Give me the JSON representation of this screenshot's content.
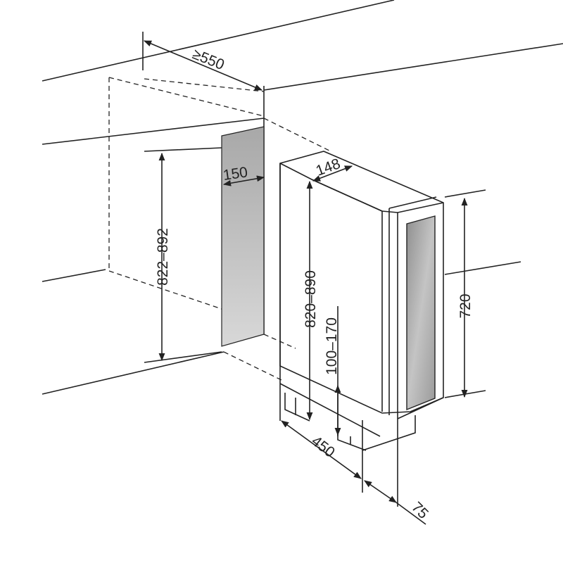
{
  "diagram": {
    "title": "Built-in installation dimensions",
    "dimensions": {
      "niche_depth": "≥550",
      "niche_width": "150",
      "niche_height": "822–892",
      "appliance_width": "148",
      "appliance_height": "820–890",
      "plinth_height": "100–170",
      "door_height": "720",
      "appliance_depth": "450",
      "door_depth": "75"
    },
    "colors": {
      "line": "#222222",
      "slot": "#b8b8b8",
      "glass": "#a9a9a9"
    }
  }
}
